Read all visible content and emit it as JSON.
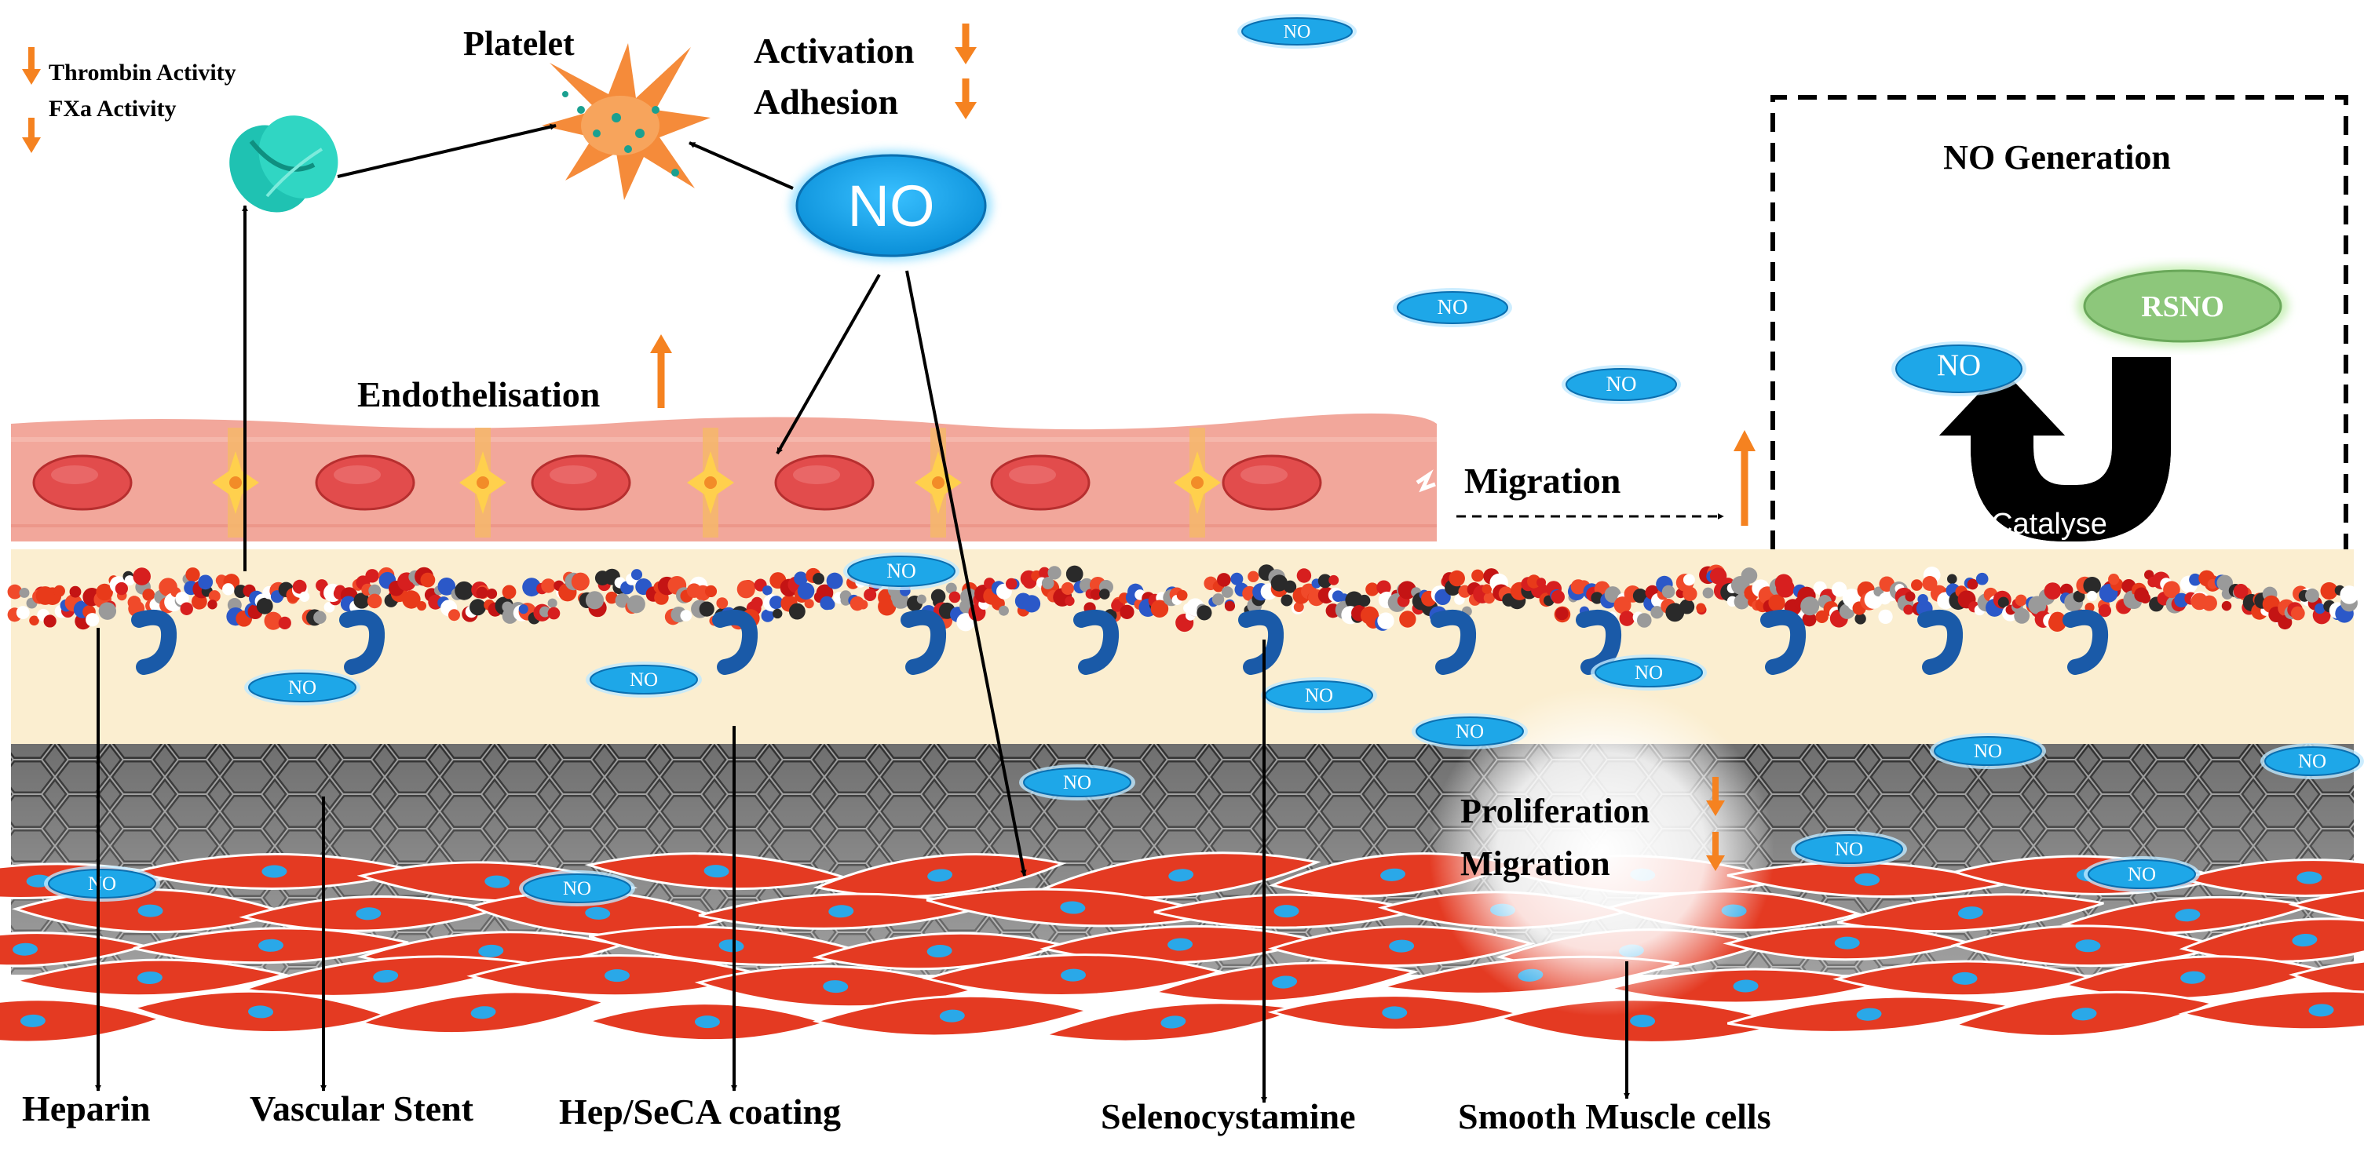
{
  "labels": {
    "thrombin": "Thrombin Activity",
    "fxa": "FXa Activity",
    "platelet": "Platelet",
    "activation": "Activation",
    "adhesion": "Adhesion",
    "no_big": "NO",
    "endothelisation": "Endothelisation",
    "migration_top": "Migration",
    "no_generation": "NO Generation",
    "rsno": "RSNO",
    "catalyse": "Catalyse",
    "proliferation": "Proliferation",
    "migration_bottom": "Migration",
    "heparin": "Heparin",
    "vascular_stent": "Vascular Stent",
    "hep_seca": "Hep/SeCA coating",
    "selenocystamine": "Selenocystamine",
    "smooth_muscle": "Smooth Muscle cells",
    "no_small": "NO"
  },
  "colors": {
    "arrow_orange": "#f58220",
    "no_fill": "#1ea7e8",
    "no_fill_dark": "#0b7cc4",
    "rsno_fill": "#8dc77b",
    "endothelium": "#f2a79b",
    "nucleus": "#d83a3a",
    "coating": "#fbeed0",
    "muscle": "#e43a22",
    "stent": "#5c5c5c",
    "selenocystamine": "#1a5aa8"
  }
}
